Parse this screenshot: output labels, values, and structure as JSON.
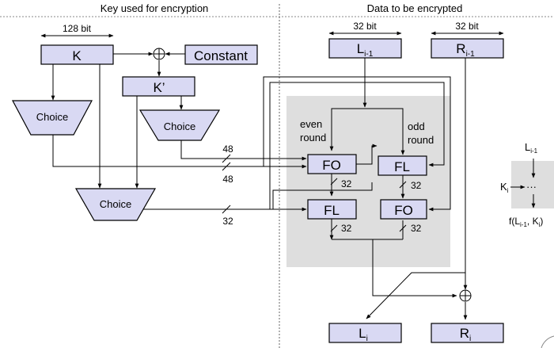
{
  "sections": {
    "key_title": "Key used for encryption",
    "data_title": "Data to be encrypted"
  },
  "widths": {
    "key_bits": "128 bit",
    "left_bits": "32 bit",
    "right_bits": "32 bit"
  },
  "key_boxes": {
    "k": "K",
    "k_prime": "K’",
    "constant": "Constant"
  },
  "choice": {
    "left": "Choice",
    "right": "Choice",
    "bottom": "Choice"
  },
  "bus_widths": {
    "upper_top": "48",
    "upper_bottom": "48",
    "lower": "32"
  },
  "data_boxes": {
    "l_prev_main": "L",
    "l_prev_sub": "i-1",
    "r_prev_main": "R",
    "r_prev_sub": "i-1",
    "l_next_main": "L",
    "l_next_sub": "i",
    "r_next_main": "R",
    "r_next_sub": "i"
  },
  "round_labels": {
    "even_line1": "even",
    "even_line2": "round",
    "odd_line1": "odd",
    "odd_line2": "round"
  },
  "functions": {
    "fo_top": "FO",
    "fl_top": "FL",
    "fl_bottom": "FL",
    "fo_bottom": "FO"
  },
  "internal_widths": {
    "w1": "32",
    "w2": "32",
    "w3": "32",
    "w4": "32"
  },
  "legend": {
    "input_main": "L",
    "input_sub": "i-1",
    "key_main": "K",
    "key_sub": "i",
    "dots": "···",
    "output_prefix": "f(L",
    "output_sub1": "i-1",
    "output_mid": ", K",
    "output_sub2": "i",
    "output_suffix": ")"
  }
}
